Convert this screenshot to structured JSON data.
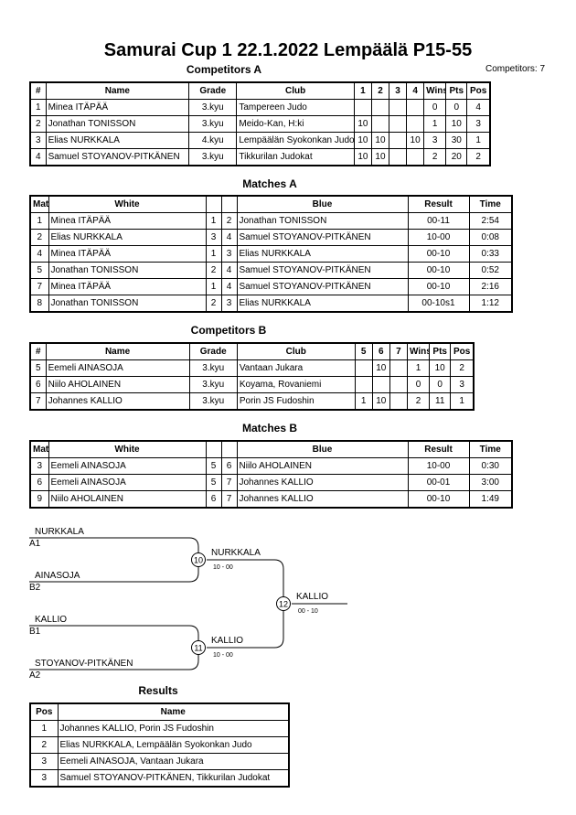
{
  "title": "Samurai Cup 1  22.1.2022  Lempäälä   P15-55",
  "competitors_count": "Competitors: 7",
  "competitors_a": {
    "heading": "Competitors A",
    "headers": [
      "#",
      "Name",
      "Grade",
      "Club",
      "1",
      "2",
      "3",
      "4",
      "Wins",
      "Pts",
      "Pos"
    ],
    "rows": [
      [
        "1",
        "Minea ITÄPÄÄ",
        "3.kyu",
        "Tampereen Judo",
        "",
        "",
        "",
        "",
        "0",
        "0",
        "4"
      ],
      [
        "2",
        "Jonathan TONISSON",
        "3.kyu",
        "Meido-Kan, H:ki",
        "10",
        "",
        "",
        "",
        "1",
        "10",
        "3"
      ],
      [
        "3",
        "Elias NURKKALA",
        "4.kyu",
        "Lempäälän Syokonkan Judo",
        "10",
        "10",
        "",
        "10",
        "3",
        "30",
        "1"
      ],
      [
        "4",
        "Samuel STOYANOV-PITKÄNEN",
        "3.kyu",
        "Tikkurilan Judokat",
        "10",
        "10",
        "",
        "",
        "2",
        "20",
        "2"
      ]
    ]
  },
  "matches_a": {
    "heading": "Matches A",
    "headers": [
      "Match",
      "White",
      "",
      "",
      "Blue",
      "Result",
      "Time"
    ],
    "rows": [
      [
        "1",
        "Minea ITÄPÄÄ",
        "1",
        "2",
        "Jonathan TONISSON",
        "00-11",
        "2:54"
      ],
      [
        "2",
        "Elias NURKKALA",
        "3",
        "4",
        "Samuel STOYANOV-PITKÄNEN",
        "10-00",
        "0:08"
      ],
      [
        "4",
        "Minea ITÄPÄÄ",
        "1",
        "3",
        "Elias NURKKALA",
        "00-10",
        "0:33"
      ],
      [
        "5",
        "Jonathan TONISSON",
        "2",
        "4",
        "Samuel STOYANOV-PITKÄNEN",
        "00-10",
        "0:52"
      ],
      [
        "7",
        "Minea ITÄPÄÄ",
        "1",
        "4",
        "Samuel STOYANOV-PITKÄNEN",
        "00-10",
        "2:16"
      ],
      [
        "8",
        "Jonathan TONISSON",
        "2",
        "3",
        "Elias NURKKALA",
        "00-10s1",
        "1:12"
      ]
    ]
  },
  "competitors_b": {
    "heading": "Competitors B",
    "headers": [
      "#",
      "Name",
      "Grade",
      "Club",
      "5",
      "6",
      "7",
      "Wins",
      "Pts",
      "Pos"
    ],
    "rows": [
      [
        "5",
        "Eemeli AINASOJA",
        "3.kyu",
        "Vantaan Jukara",
        "",
        "10",
        "",
        "1",
        "10",
        "2"
      ],
      [
        "6",
        "Niilo AHOLAINEN",
        "3.kyu",
        "Koyama, Rovaniemi",
        "",
        "",
        "",
        "0",
        "0",
        "3"
      ],
      [
        "7",
        "Johannes KALLIO",
        "3.kyu",
        "Porin JS Fudoshin",
        "1",
        "10",
        "",
        "2",
        "11",
        "1"
      ]
    ]
  },
  "matches_b": {
    "heading": "Matches B",
    "headers": [
      "Match",
      "White",
      "",
      "",
      "Blue",
      "Result",
      "Time"
    ],
    "rows": [
      [
        "3",
        "Eemeli AINASOJA",
        "5",
        "6",
        "Niilo AHOLAINEN",
        "10-00",
        "0:30"
      ],
      [
        "6",
        "Eemeli AINASOJA",
        "5",
        "7",
        "Johannes KALLIO",
        "00-01",
        "3:00"
      ],
      [
        "9",
        "Niilo AHOLAINEN",
        "6",
        "7",
        "Johannes KALLIO",
        "00-10",
        "1:49"
      ]
    ]
  },
  "bracket": {
    "entries": [
      {
        "name": "NURKKALA",
        "seed": "A1"
      },
      {
        "name": "AINASOJA",
        "seed": "B2"
      },
      {
        "name": "KALLIO",
        "seed": "B1"
      },
      {
        "name": "STOYANOV-PITKÄNEN",
        "seed": "A2"
      }
    ],
    "semis": [
      {
        "match": "10",
        "winner": "NURKKALA",
        "score": "10 - 00"
      },
      {
        "match": "11",
        "winner": "KALLIO",
        "score": "10 - 00"
      }
    ],
    "final": {
      "match": "12",
      "winner": "KALLIO",
      "score": "00 - 10"
    }
  },
  "results": {
    "heading": "Results",
    "headers": [
      "Pos",
      "Name"
    ],
    "rows": [
      [
        "1",
        "Johannes KALLIO, Porin JS Fudoshin"
      ],
      [
        "2",
        "Elias NURKKALA, Lempäälän Syokonkan Judo"
      ],
      [
        "3",
        "Eemeli AINASOJA, Vantaan Jukara"
      ],
      [
        "3",
        "Samuel STOYANOV-PITKÄNEN, Tikkurilan Judokat"
      ]
    ]
  }
}
